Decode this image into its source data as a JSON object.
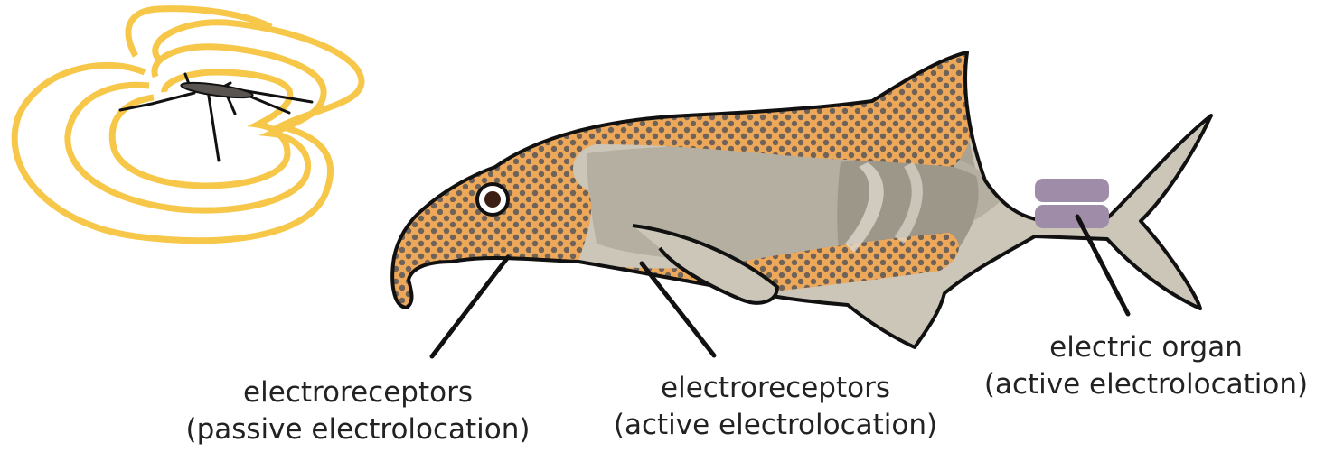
{
  "colors": {
    "field_lines": "#f7c74a",
    "dotted_skin": "#eda85a",
    "dot": "#6e6259",
    "body_light": "#ccc6b9",
    "body_mid": "#b8b2a6",
    "body_dark": "#9d9789",
    "electric_organ": "#9f8ca8",
    "outline": "#111111",
    "label_text": "#222222"
  },
  "labels": {
    "passive_receptors": {
      "line1": "electroreceptors",
      "line2": "(passive electrolocation)"
    },
    "active_receptors": {
      "line1": "electroreceptors",
      "line2": "(active electrolocation)"
    },
    "electric_organ": {
      "line1": "electric organ",
      "line2": "(active electrolocation)"
    }
  }
}
